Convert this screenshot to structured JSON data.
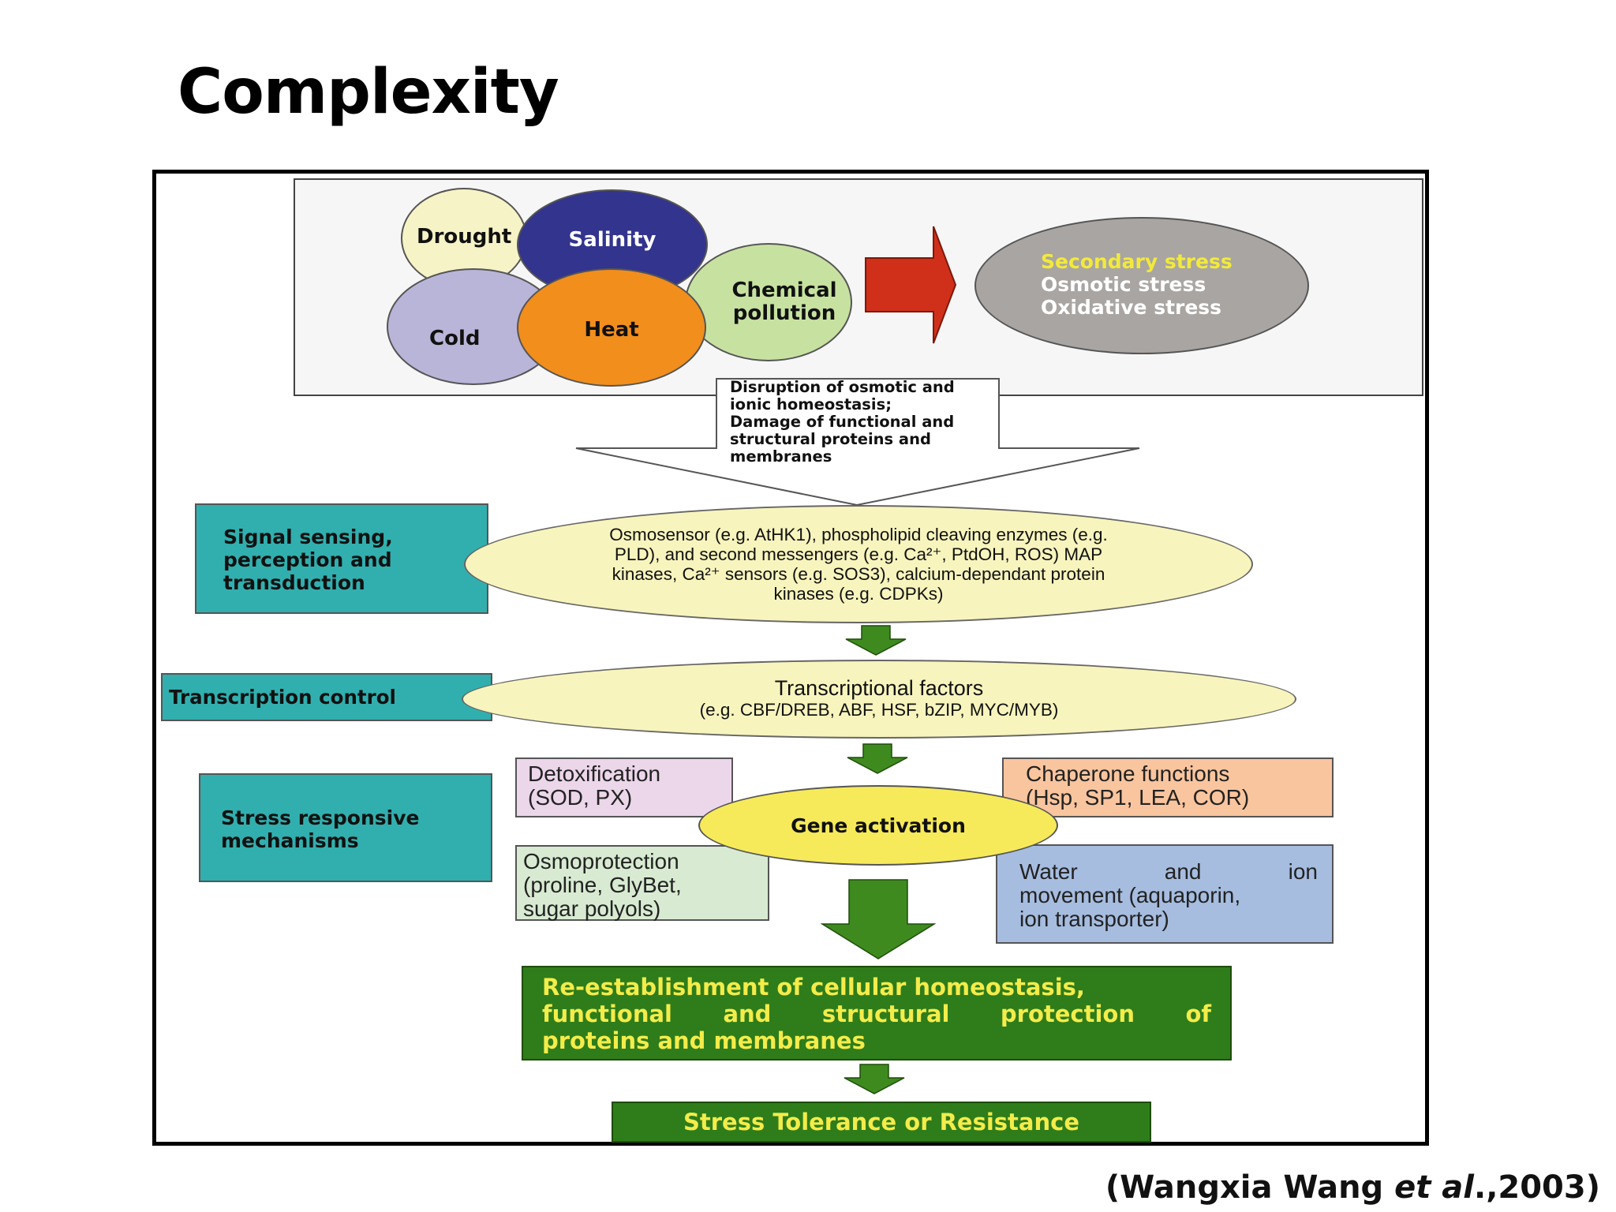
{
  "slide": {
    "title": "Complexity",
    "citation_author": "(Wangxia Wang ",
    "citation_etal": "et al",
    "citation_year": ".,2003)"
  },
  "stresses": {
    "drought": "Drought",
    "salinity": "Salinity",
    "cold": "Cold",
    "heat": "Heat",
    "chemical_line1": "Chemical",
    "chemical_line2": "pollution"
  },
  "secondary_stress": {
    "heading": "Secondary stress",
    "item1": "Osmotic stress",
    "item2": "Oxidative stress"
  },
  "disruption": {
    "line1": "Disruption of osmotic and",
    "line2": "ionic homeostasis;",
    "line3": "Damage of functional and",
    "line4": "structural proteins and",
    "line5": "membranes"
  },
  "signal": {
    "label_line1": "Signal sensing,",
    "label_line2": "perception and",
    "label_line3": "transduction",
    "ellipse_line1": "Osmosensor (e.g. AtHK1), phospholipid cleaving enzymes (e.g.",
    "ellipse_line2": "PLD),  and second messengers (e.g. Ca²⁺, PtdOH, ROS) MAP",
    "ellipse_line3": "kinases, Ca²⁺ sensors (e.g. SOS3), calcium-dependant protein",
    "ellipse_line4": "kinases (e.g. CDPKs)"
  },
  "transcription": {
    "label": "Transcription control",
    "ellipse_line1": "Transcriptional factors",
    "ellipse_line2": "(e.g. CBF/DREB, ABF, HSF, bZIP, MYC/MYB)"
  },
  "mechanisms": {
    "label_line1": "Stress responsive",
    "label_line2": "mechanisms",
    "detox_line1": "Detoxification",
    "detox_line2": "(SOD, PX)",
    "chaperone_line1": "Chaperone functions",
    "chaperone_line2": "(Hsp, SP1, LEA, COR)",
    "gene_activation": "Gene activation",
    "osmo_line1": "Osmoprotection",
    "osmo_line2": "(proline, GlyBet,",
    "osmo_line3": "sugar polyols)",
    "water_line1a": "Water",
    "water_line1b": "and",
    "water_line1c": "ion",
    "water_line2": "movement (aquaporin,",
    "water_line3": "ion transporter)"
  },
  "outcome": {
    "reestablish_line1": "Re-establishment of cellular homeostasis,",
    "reestablish_line2a": "functional",
    "reestablish_line2b": "and",
    "reestablish_line2c": "structural",
    "reestablish_line2d": "protection",
    "reestablish_line2e": "of",
    "reestablish_line3": "proteins and membranes",
    "tolerance": "Stress Tolerance or Resistance"
  },
  "colors": {
    "drought": "#f6f3c6",
    "salinity": "#33348e",
    "cold": "#b9b5d9",
    "heat": "#f28e1c",
    "chemical": "#c7e2a0",
    "red_arrow": "#d0301a",
    "secondary": "#a9a5a2",
    "teal": "#31afae",
    "dark_green": "#2e7d1a",
    "yellow_text": "#f4ec4a"
  }
}
